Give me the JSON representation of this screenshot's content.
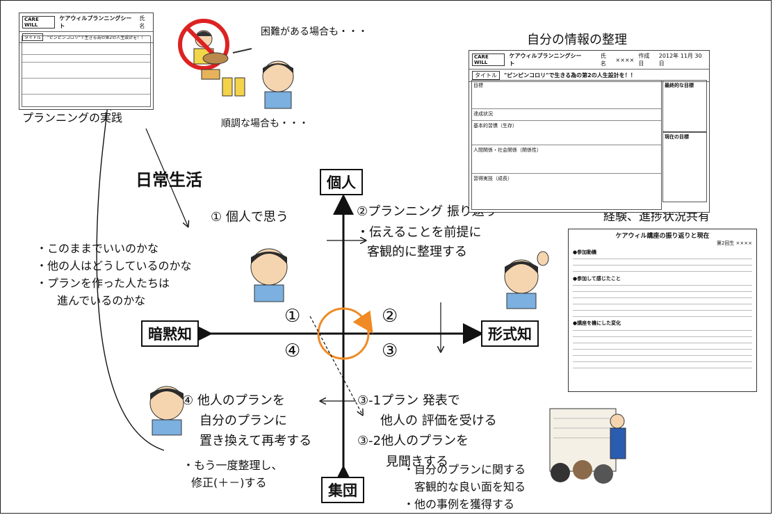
{
  "axes": {
    "top": "個人",
    "bottom": "集団",
    "left": "暗黙知",
    "right": "形式知"
  },
  "quadrants": {
    "q1": "①",
    "q2": "②",
    "q3": "③",
    "q4": "④"
  },
  "labels": {
    "daily_life": "日常生活",
    "planning_practice": "プランニングの実践",
    "difficult": "困難がある場合も・・・",
    "smooth": "順調な場合も・・・",
    "self_info": "自分の情報の整理",
    "experience_share": "経験、進捗状況共有",
    "step1": "① 個人で思う",
    "step2_line1": "②プランニング 振り返り",
    "step2_line2": "・伝えることを前提に",
    "step2_line3": "客観的に整理する",
    "step3_1_line1": "③-1プラン 発表で",
    "step3_1_line2": "他人の 評価を受ける",
    "step3_2_line1": "③-2他人のプランを",
    "step3_2_line2": "見聞きする",
    "step4_line1": "④ 他人のプランを",
    "step4_line2": "自分のプランに",
    "step4_line3": "置き換えて再考する",
    "thought1": "・このままでいいのかな",
    "thought2": "・他の人はどうしているのかな",
    "thought3": "・プランを作った人たちは",
    "thought4": "進んでいるのかな",
    "again1": "・もう一度整理し、",
    "again2": "修正(＋－)する",
    "bottom1": "・自分のプランに関する",
    "bottom2": "客観的な良い面を知る",
    "bottom3": "・他の事例を獲得する"
  },
  "sheet_large": {
    "logo": "CARE WILL",
    "title": "ケアウィルプランニングシート",
    "name_label": "氏名",
    "name_value": "××××",
    "date_label": "作成日",
    "date_value": "2012年 11月 30日",
    "theme_label": "タイトル",
    "theme": "\"ピンピンコロリ\"で生きる為の第2の人生設計を！！",
    "row_goal": "目標",
    "row_status": "達成状況",
    "row_life": "基本的習慣（生存）",
    "row_relation": "人間関係・社会関係（関係性）",
    "row_growth": "習得実技（成長）",
    "final_goal": "最終的な目標",
    "current_goal": "現在の目標"
  },
  "sheet_small": {
    "logo": "CARE WILL",
    "title": "ケアウィルプランニングシート",
    "name_label": "氏名",
    "theme_label": "タイトル",
    "theme": "\"ピンピンコロリ\"で生きる為の第2の人生設計を！！"
  },
  "report": {
    "title": "ケアウィル講座の振り返りと現在",
    "author": "第2回生 ××××",
    "sec1": "●参加動機",
    "sec2": "●参加して感じたこと",
    "sec3": "●講座を機にした変化"
  }
}
